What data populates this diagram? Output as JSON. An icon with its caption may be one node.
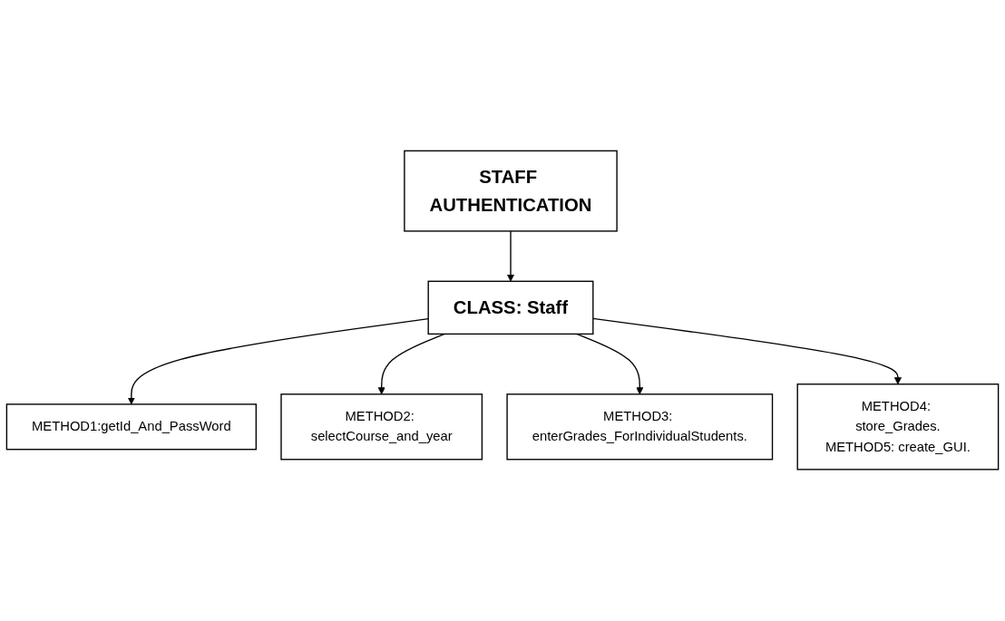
{
  "diagram": {
    "nodes": [
      {
        "text": [
          "STAFF AUTHENTICATION"
        ]
      },
      {
        "text": [
          "CLASS: Staff"
        ]
      },
      {
        "text": [
          "METHOD1:getId_And_PassWord"
        ]
      },
      {
        "text": [
          "METHOD2: selectCourse_and_year"
        ]
      },
      {
        "text": [
          "METHOD3: enterGrades_ForIndividualStudents."
        ]
      },
      {
        "text": [
          "METHOD4: store_Grades.",
          "METHOD5: create_GUI."
        ]
      }
    ],
    "edges": [
      {
        "from": 0,
        "to": 1,
        "arrow": "to"
      },
      {
        "from": 1,
        "to": 2,
        "arrow": "to"
      },
      {
        "from": 1,
        "to": 3,
        "arrow": "to"
      },
      {
        "from": 1,
        "to": 4,
        "arrow": "to"
      },
      {
        "from": 1,
        "to": 5,
        "arrow": "to"
      }
    ]
  }
}
